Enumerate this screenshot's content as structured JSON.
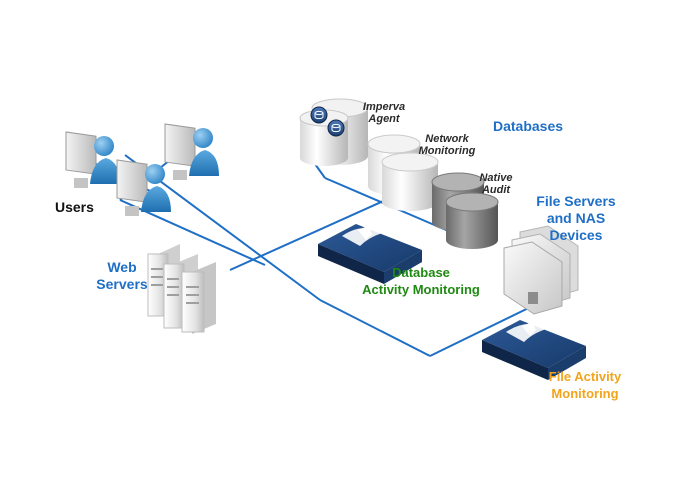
{
  "labels": {
    "users": "Users",
    "web_servers": [
      "Web",
      "Servers"
    ],
    "imperva_agent": [
      "Imperva",
      "Agent"
    ],
    "network_monitoring": [
      "Network",
      "Monitoring"
    ],
    "native_audit": [
      "Native",
      "Audit"
    ],
    "databases": "Databases",
    "file_servers": [
      "File Servers",
      "and NAS",
      "Devices"
    ],
    "database_activity_monitoring": [
      "Database",
      "Activity Monitoring"
    ],
    "file_activity_monitoring": [
      "File Activity",
      "Monitoring"
    ]
  },
  "colors": {
    "blue_label": "#1f6fc6",
    "green_label": "#1f8a12",
    "orange_label": "#f2a41c",
    "black_label": "#111111",
    "network_line": "#1f6fc6",
    "appliance_body": "#1d3f73"
  },
  "icons": [
    "user-workstation-icon",
    "server-rack-icon",
    "database-cylinder-icon",
    "imperva-agent-badge-icon",
    "file-server-icon",
    "imperva-appliance-icon"
  ]
}
